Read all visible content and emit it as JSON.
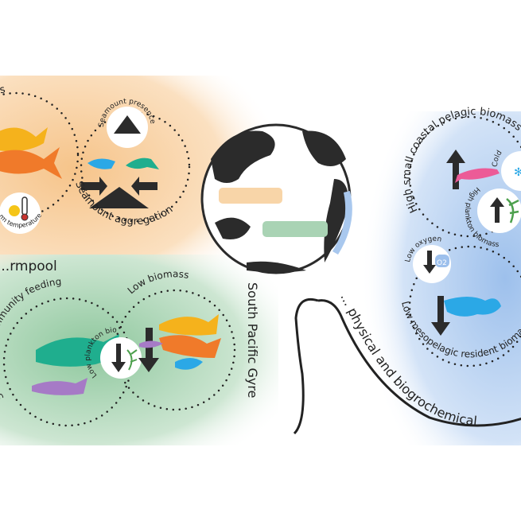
{
  "regions": {
    "warmpool": {
      "title": "...rmpool",
      "tunas_label": "...rm-water tunas",
      "temperature_label": "...rm temperature",
      "seamount_presence_label": "Seamount presence",
      "seamount_aggregation_label": "Seamount aggregation",
      "color": "#f6c98f"
    },
    "gyre": {
      "title": "South Pacific Gyre",
      "feeding_label": "Strong intra-community feeding",
      "low_biomass_label": "Low biomass",
      "low_plankton_label": "Low plankton biomass",
      "color": "#9fcdaa"
    },
    "upwelling": {
      "coastal_label": "High small coastal pelagic biomass",
      "cold_label": "Cold",
      "high_plankton_label": "High plankton biomass",
      "low_oxygen_label": "Low oxygen",
      "oxygen_symbol": "O2",
      "mesopelagic_label": "Low mesopelagic resident biomass",
      "color": "#a9c8ee"
    }
  },
  "curve_label": "... physical and biogrochemical",
  "colors": {
    "tuna_yellow": "#f5b21c",
    "tuna_orange": "#f07a2a",
    "fish_blue": "#2ba8e6",
    "fish_teal": "#1fae8e",
    "fish_pink": "#ec5b97",
    "fish_purple": "#a67ac6",
    "dark": "#2b2b2b"
  }
}
